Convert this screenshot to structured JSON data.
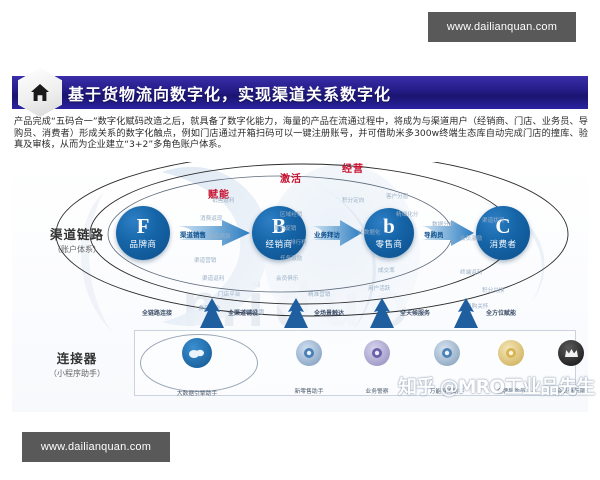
{
  "watermarks": {
    "top_right": "www.dailianquan.com",
    "bottom_left": "www.dailianquan.com",
    "overlay": "知乎 @MRO工业品先生"
  },
  "slide": {
    "header": {
      "icon": "home-icon",
      "title": "基于货物流向数字化，实现渠道关系数字化",
      "band_color": "#241b86"
    },
    "paragraph": "产品完成“五码合一”数字化赋码改造之后，就具备了数字化能力，海量的产品在流通过程中，将成为与渠道用户（经销商、门店、业务员、导购员、消费者）形成关系的数字化触点，例如门店通过开箱扫码可以一键注册账号，并可借助米多300w终端生态库自动完成门店的撞库、验真及审核，从而为企业建立“3+2”多角色账户体系。",
    "ghost_word": "miduo",
    "rows": [
      {
        "id": "channel-chain",
        "title": "渠道链路",
        "subtitle": "（账户体系）"
      },
      {
        "id": "connector",
        "title": "连接器",
        "subtitle": "（小程序助手）"
      }
    ],
    "nodes": [
      {
        "letter": "F",
        "label": "品牌商",
        "color": "#0e4f8c"
      },
      {
        "letter": "B",
        "label": "经销商",
        "color": "#0e4f8c"
      },
      {
        "letter": "b",
        "label": "零售商",
        "color": "#0e4f8c"
      },
      {
        "letter": "C",
        "label": "消费者",
        "color": "#0e4f8c"
      }
    ],
    "flow_arrows": [
      {
        "label": "渠道销售"
      },
      {
        "label": "业务拜访"
      },
      {
        "label": "导购员"
      }
    ],
    "annotations": [
      {
        "text": "赋能",
        "color": "#c8102e"
      },
      {
        "text": "激活",
        "color": "#c8102e"
      },
      {
        "text": "经营",
        "color": "#c8102e"
      }
    ],
    "keywords": [
      "销售返利",
      "消费返现",
      "商品溯源",
      "渠道营销",
      "渠道返利",
      "区域经销",
      "系列促销",
      "排行榜",
      "任务激励",
      "积分定向",
      "客户分层",
      "精细化分",
      "数据分析",
      "比数据化",
      "渠道状况",
      "会员激励",
      "终端返利",
      "成交率",
      "用户活跃",
      "精准营销",
      "会员俱乐",
      "门店平台",
      "食品安全",
      "积分兑换",
      "复购关怀",
      "多种优惠"
    ],
    "mountain_labels": [
      "全链路连接",
      "全渠道铺设",
      "全场景触达",
      "全天候服务",
      "全方位赋能"
    ],
    "connectors": [
      {
        "label": "大数据引擎助手",
        "icon": "cloud-badge-icon",
        "highlighted": true
      },
      {
        "label": "新零售助手",
        "icon": "burst-badge-icon",
        "highlighted": false
      },
      {
        "label": "业务警察",
        "icon": "burst-badge-icon",
        "highlighted": false
      },
      {
        "label": "万能导购助手",
        "icon": "burst-badge-icon",
        "highlighted": false
      },
      {
        "label": "金牌导购员",
        "icon": "gold-badge-icon",
        "highlighted": false
      },
      {
        "label": "会员俱乐部",
        "icon": "crown-badge-icon",
        "highlighted": false
      }
    ]
  }
}
